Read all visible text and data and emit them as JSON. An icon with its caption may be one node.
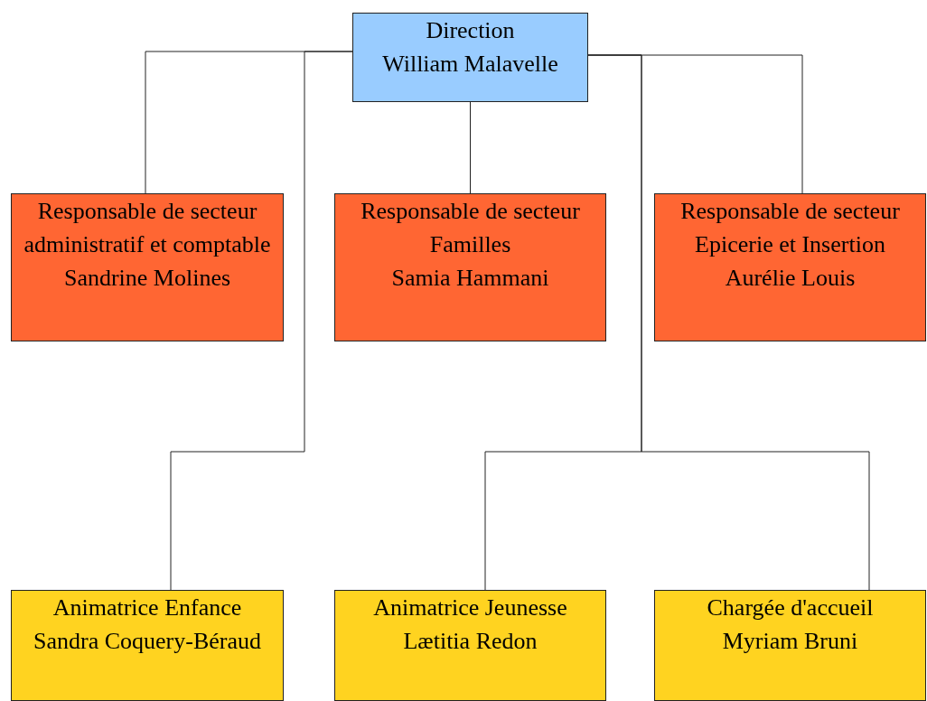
{
  "diagram": {
    "nodes": [
      {
        "text": [
          "Direction",
          "William Malavelle"
        ]
      },
      {
        "text": [
          "Responsable de secteur administratif et comptable",
          "Sandrine Molines"
        ]
      },
      {
        "text": [
          "Responsable de secteur Familles",
          "Samia Hammani"
        ]
      },
      {
        "text": [
          "Responsable de secteur Epicerie et Insertion",
          "Aurélie Louis"
        ]
      },
      {
        "text": [
          "Animatrice Enfance",
          "Sandra Coquery-Béraud"
        ]
      },
      {
        "text": [
          "Animatrice Jeunesse",
          "Lætitia Redon"
        ]
      },
      {
        "text": [
          "Chargée d'accueil",
          "Myriam Bruni"
        ]
      }
    ],
    "edges": [
      {
        "from": 0,
        "to": 1,
        "arrow": "none"
      },
      {
        "from": 0,
        "to": 2,
        "arrow": "none"
      },
      {
        "from": 0,
        "to": 3,
        "arrow": "none"
      },
      {
        "from": 0,
        "to": 4,
        "arrow": "none"
      },
      {
        "from": 0,
        "to": 5,
        "arrow": "none"
      },
      {
        "from": 0,
        "to": 6,
        "arrow": "none"
      }
    ]
  }
}
